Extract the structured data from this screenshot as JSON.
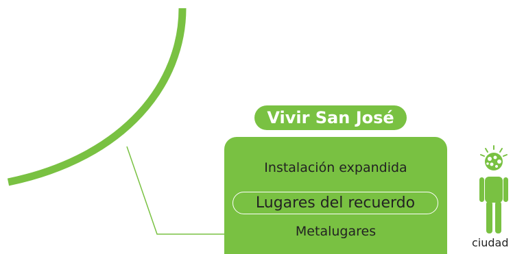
{
  "colors": {
    "accent_green": "#79c142",
    "text_dark": "#222222",
    "white": "#ffffff"
  },
  "title": "Vivir San José",
  "menu": {
    "items": [
      "Instalación expandida",
      "Lugares del recuerdo",
      "Metalugares"
    ]
  },
  "citizen": {
    "label": "ciudad",
    "icon": "person-with-bubble-head-icon"
  }
}
